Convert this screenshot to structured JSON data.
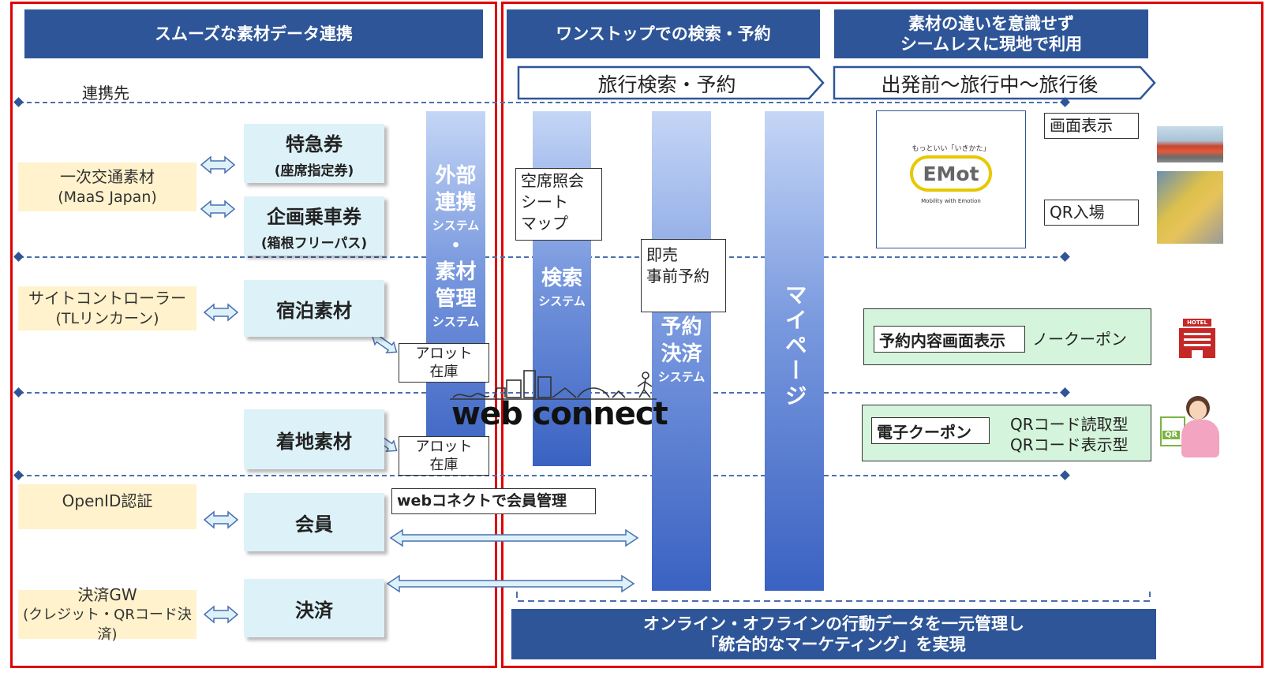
{
  "headers": {
    "left": "スムーズな素材データ連携",
    "middle": "ワンストップでの検索・予約",
    "right_line1": "素材の違いを意識せず",
    "right_line2": "シームレスに現地で利用"
  },
  "phases": {
    "search": "旅行検索・予約",
    "travel": "出発前～旅行中～旅行後"
  },
  "partner_label": "連携先",
  "sources": [
    {
      "line1": "一次交通素材",
      "line2": "(MaaS Japan)"
    },
    {
      "line1": "サイトコントローラー",
      "line2": "(TLリンカーン)"
    },
    {
      "line1": "OpenID認証",
      "line2": ""
    },
    {
      "line1": "決済GW",
      "line2": "(クレジット・QRコード決済)"
    }
  ],
  "materials": {
    "express": {
      "main": "特急券",
      "sub": "(座席指定券)"
    },
    "pass": {
      "main": "企画乗車券",
      "sub": "(箱根フリーパス)"
    },
    "lodging": {
      "main": "宿泊素材",
      "sub": ""
    },
    "local": {
      "main": "着地素材",
      "sub": ""
    },
    "member": {
      "main": "会員",
      "sub": ""
    },
    "payment": {
      "main": "決済",
      "sub": ""
    }
  },
  "columns": {
    "external": {
      "l1": "外部",
      "l2": "連携",
      "l3": "システム",
      "l4": "・",
      "l5": "素材",
      "l6": "管理",
      "l7": "システム"
    },
    "search": {
      "l1": "検索",
      "l2": "システム"
    },
    "reserve": {
      "l1": "予約",
      "l2": "決済",
      "l3": "システム"
    },
    "mypage": {
      "text": "マイページ"
    }
  },
  "notes": {
    "seat": {
      "l1": "空席照会",
      "l2": "シート",
      "l3": "マップ"
    },
    "instant": {
      "l1": "即売",
      "l2": "事前予約"
    },
    "allot1": {
      "l1": "アロット",
      "l2": "在庫"
    },
    "allot2": {
      "l1": "アロット",
      "l2": "在庫"
    },
    "member_mgmt": "webコネクトで会員管理"
  },
  "webconnect": "web connect",
  "emot": {
    "tagline": "もっといい「いきかた」",
    "logo": "EMot",
    "sub": "Mobility with Emotion"
  },
  "usage": {
    "screen": "画面表示",
    "qr_entry": "QR入場",
    "reserve_display": "予約内容画面表示",
    "no_coupon": "ノークーポン",
    "e_coupon": "電子クーポン",
    "qr_read": "QRコード読取型",
    "qr_show": "QRコード表示型",
    "hotel_sign": "HOTEL",
    "qr_badge": "QR"
  },
  "footer": {
    "line1": "オンライン・オフラインの行動データを一元管理し",
    "line2": "「統合的なマーケティング」を実現"
  },
  "colors": {
    "header_blue": "#2e5597",
    "red_border": "#e00000",
    "source_yellow": "#fff2cc",
    "material_cyan": "#ddf2f8",
    "green_box": "#d4f5db"
  }
}
